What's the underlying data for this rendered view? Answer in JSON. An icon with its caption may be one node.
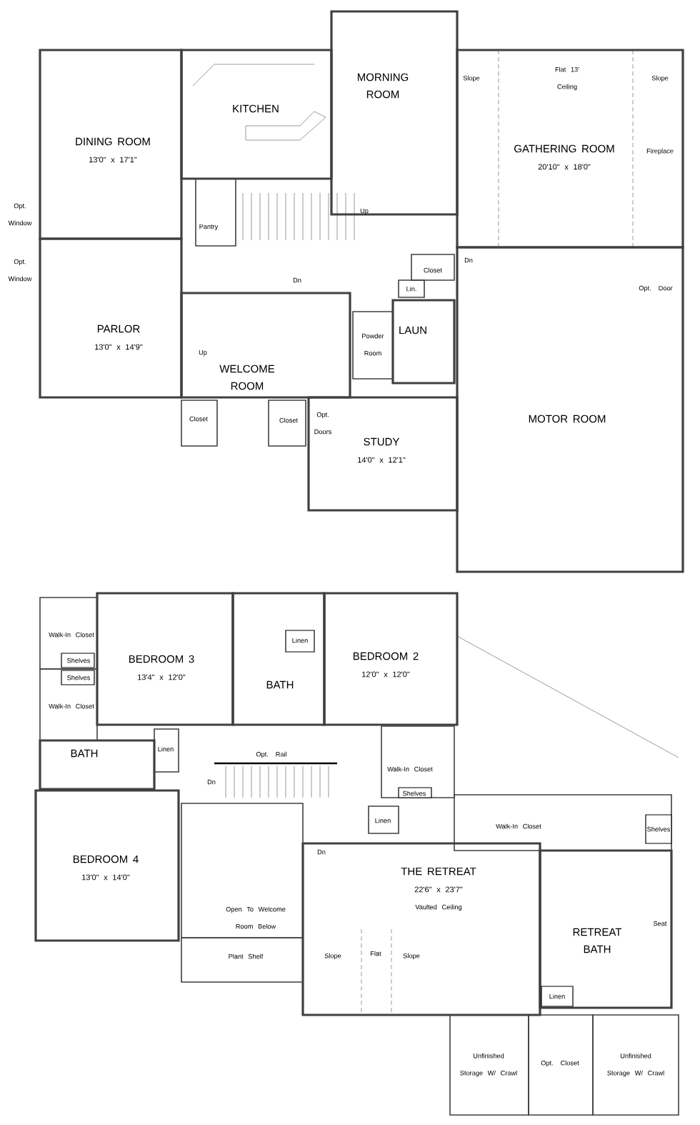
{
  "diagram": {
    "nodes": [
      {
        "text": [
          "KITCHEN"
        ]
      },
      {
        "text": [
          "MORNING ROOM"
        ]
      },
      {
        "text": [
          "DINING ROOM",
          "13'0\" x 17'1\""
        ]
      },
      {
        "text": [
          "GATHERING ROOM",
          "20'10\" x 18'0\""
        ]
      },
      {
        "text": [
          "Pantry"
        ]
      },
      {
        "text": [
          "Closet"
        ]
      },
      {
        "text": [
          "Lin."
        ]
      },
      {
        "text": [
          "LAUN"
        ]
      },
      {
        "text": [
          "Powder Room"
        ]
      },
      {
        "text": [
          "PARLOR",
          "13'0\" x 14'9\""
        ]
      },
      {
        "text": [
          "WELCOME ROOM"
        ]
      },
      {
        "text": [
          "Closet"
        ]
      },
      {
        "text": [
          "Closet"
        ]
      },
      {
        "text": [
          "STUDY",
          "14'0\" x 12'1\""
        ]
      },
      {
        "text": [
          "MOTOR ROOM"
        ]
      },
      {
        "text": [
          "Walk-In Closet"
        ]
      },
      {
        "text": [
          "Shelves"
        ],
        "in": 15
      },
      {
        "text": [
          "Walk-In Closet"
        ]
      },
      {
        "text": [
          "Shelves"
        ],
        "in": 17
      },
      {
        "text": [
          "BEDROOM 3",
          "13'4\" x 12'0\""
        ]
      },
      {
        "text": [
          "BATH"
        ]
      },
      {
        "text": [
          "Linen"
        ],
        "in": 20
      },
      {
        "text": [
          "BEDROOM 2",
          "12'0\" x 12'0\""
        ]
      },
      {
        "text": [
          "BATH"
        ]
      },
      {
        "text": [
          "Linen"
        ]
      },
      {
        "text": [
          "BEDROOM 4",
          "13'0\" x 14'0\""
        ]
      },
      {
        "text": [
          "Open To Welcome Room Below"
        ]
      },
      {
        "text": [
          "Plant Shelf"
        ]
      },
      {
        "text": [
          "Walk-In Closet"
        ]
      },
      {
        "text": [
          "Shelves"
        ],
        "in": 28
      },
      {
        "text": [
          "Linen"
        ]
      },
      {
        "text": [
          "THE RETREAT",
          "22'6\" x 23'7\"",
          "Vaulted Ceiling"
        ]
      },
      {
        "text": [
          "Walk-In Closet"
        ]
      },
      {
        "text": [
          "Shelves"
        ],
        "in": 32
      },
      {
        "text": [
          "RETREAT BATH"
        ]
      },
      {
        "text": [
          "Linen"
        ],
        "in": 34
      },
      {
        "text": [
          "Unfinished Storage W/ Crawl"
        ]
      },
      {
        "text": [
          "Opt. Closet"
        ]
      },
      {
        "text": [
          "Unfinished Storage W/ Crawl"
        ]
      }
    ],
    "labels": [
      "Slope",
      "Flat 13' Ceiling",
      "Slope",
      "Fireplace",
      "Up",
      "Opt. Window",
      "Dn",
      "Dn",
      "Opt. Window",
      "Opt. Door",
      "Up",
      "Opt. Doors",
      "Opt. Rail",
      "Dn",
      "Dn",
      "Seat",
      "Flat",
      "Slope",
      "Slope"
    ]
  }
}
